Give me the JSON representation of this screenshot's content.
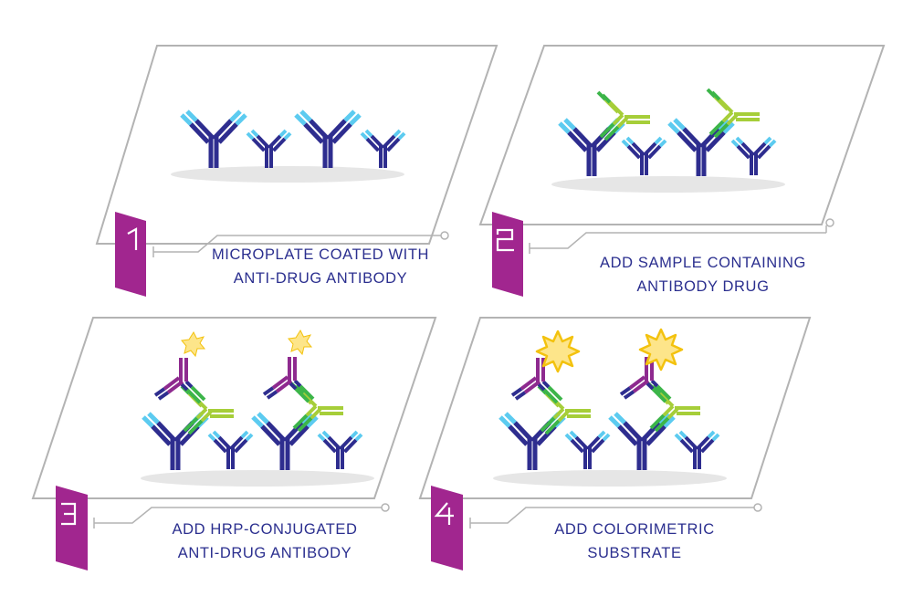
{
  "colors": {
    "frame": "#b3b3b3",
    "antibody_dark": "#2e2d8f",
    "antibody_light": "#5ccbf0",
    "drug_green": "#3cb549",
    "drug_lime": "#a6ce39",
    "conjugate_purple": "#8e2a8f",
    "hrp_yellow": "#fde58a",
    "hrp_outline": "#f3c20e",
    "tab_magenta": "#a1268f",
    "caption_text": "#2b2f8f",
    "shadow": "#e6e6e6"
  },
  "steps": [
    {
      "number": "1",
      "caption_line1": "MICROPLATE COATED WITH",
      "caption_line2": "ANTI-DRUG ANTIBODY",
      "substrate_icon": "none"
    },
    {
      "number": "2",
      "caption_line1": "ADD SAMPLE CONTAINING",
      "caption_line2": "ANTIBODY DRUG",
      "substrate_icon": "none"
    },
    {
      "number": "3",
      "caption_line1": "ADD HRP-CONJUGATED",
      "caption_line2": "ANTI-DRUG ANTIBODY",
      "substrate_icon": "hrp-star"
    },
    {
      "number": "4",
      "caption_line1": "ADD COLORIMETRIC",
      "caption_line2": "SUBSTRATE",
      "substrate_icon": "hrp-sunburst"
    }
  ]
}
